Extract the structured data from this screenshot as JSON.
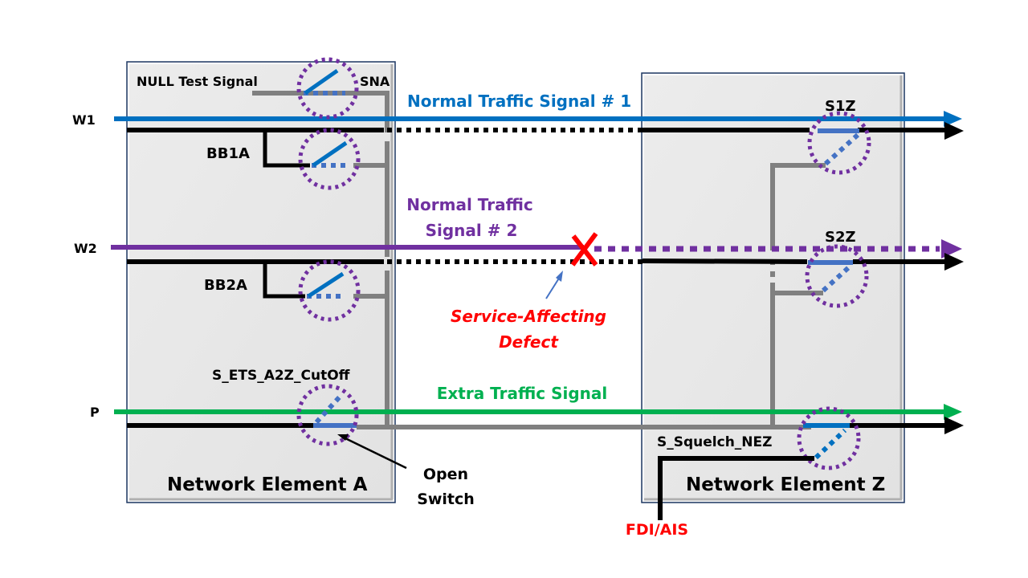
{
  "diagram": {
    "type": "network-protection-switching",
    "colors": {
      "w1": "#0070c0",
      "w2": "#7030a0",
      "p": "#00b050",
      "signal_black": "#000000",
      "internal_gray": "#808080",
      "switch_blue": "#4472c4",
      "switch_circle": "#7030a0",
      "defect_red": "#ff0000",
      "box_fill": "#e6e6e6",
      "box_border": "#1f3864"
    },
    "network_elements": [
      {
        "id": "ne-a",
        "label": "Network Element A"
      },
      {
        "id": "ne-z",
        "label": "Network Element Z"
      }
    ],
    "line_labels": {
      "w1": "W1",
      "w2": "W2",
      "p": "P"
    },
    "signal_labels": {
      "normal1": "Normal Traffic Signal # 1",
      "normal2_line1": "Normal Traffic",
      "normal2_line2": "Signal # 2",
      "extra": "Extra Traffic Signal"
    },
    "switches": {
      "sna": "SNA",
      "null_test": "NULL Test Signal",
      "bb1a": "BB1A",
      "bb2a": "BB2A",
      "ets_cutoff": "S_ETS_A2Z_CutOff",
      "s1z": "S1Z",
      "s2z": "S2Z",
      "squelch": "S_Squelch_NEZ"
    },
    "annotations": {
      "defect_line1": "Service-Affecting",
      "defect_line2": "Defect",
      "open_line1": "Open",
      "open_line2": "Switch",
      "fdi_ais": "FDI/AIS",
      "defect_mark": "X"
    }
  }
}
